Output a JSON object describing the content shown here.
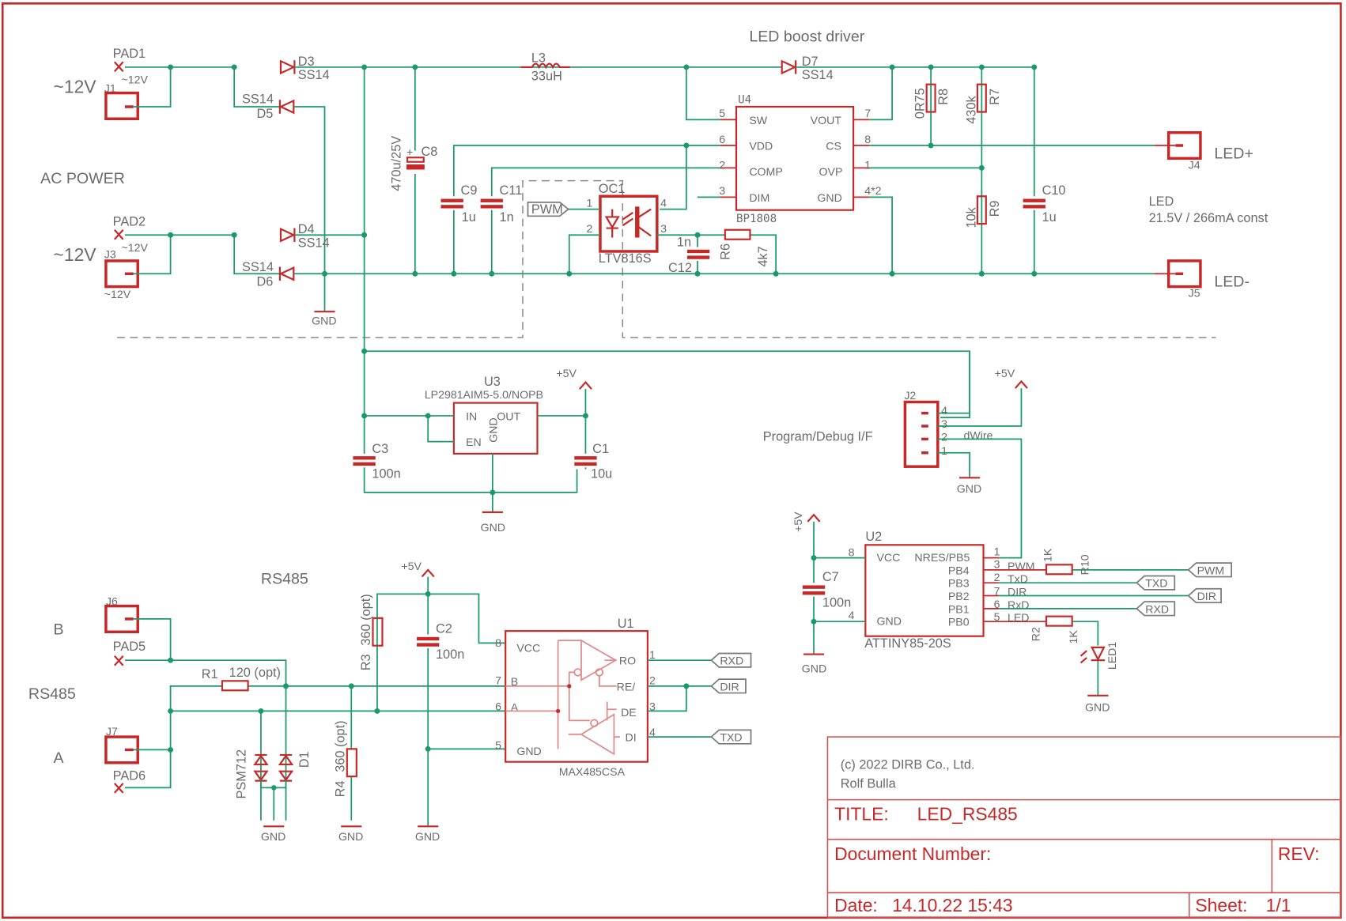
{
  "sheet": {
    "sections": {
      "led_boost_driver": "LED boost driver",
      "ac_power": "AC POWER",
      "rs485_title": "RS485",
      "rs485_side": "RS485",
      "program_debug": "Program/Debug I/F"
    },
    "power_inputs": [
      {
        "ref": "J1",
        "label": "~12V",
        "pin_label": "~12V",
        "pad": "PAD1"
      },
      {
        "ref": "J3",
        "label": "~12V",
        "pin_label": "~12V",
        "pad": "PAD2",
        "sub_label": "~12V"
      }
    ],
    "diodes": [
      {
        "ref": "D3",
        "value": "SS14"
      },
      {
        "ref": "D5",
        "value": "SS14"
      },
      {
        "ref": "D4",
        "value": "SS14"
      },
      {
        "ref": "D6",
        "value": "SS14"
      },
      {
        "ref": "D7",
        "value": "SS14"
      }
    ],
    "inductor": {
      "ref": "L3",
      "value": "33uH"
    },
    "capacitors": {
      "C8": {
        "ref": "C8",
        "value": "470u/25V"
      },
      "C9": {
        "ref": "C9",
        "value": "1u"
      },
      "C11": {
        "ref": "C11",
        "value": "1n"
      },
      "C12": {
        "ref": "C12",
        "value": "1n"
      },
      "C10": {
        "ref": "C10",
        "value": "1u"
      },
      "C3": {
        "ref": "C3",
        "value": "100n"
      },
      "C1": {
        "ref": "C1",
        "value": "10u"
      },
      "C2": {
        "ref": "C2",
        "value": "100n"
      },
      "C7": {
        "ref": "C7",
        "value": "100n"
      }
    },
    "resistors": {
      "R8": {
        "ref": "R8",
        "value": "0R75"
      },
      "R7": {
        "ref": "R7",
        "value": "430k"
      },
      "R9": {
        "ref": "R9",
        "value": "10k"
      },
      "R6": {
        "ref": "R6",
        "value": "4k7"
      },
      "R1": {
        "ref": "R1",
        "value": "120 (opt)"
      },
      "R3": {
        "ref": "R3",
        "value": "360 (opt)"
      },
      "R4": {
        "ref": "R4",
        "value": "360 (opt)"
      },
      "R10": {
        "ref": "R10",
        "value": "1K"
      },
      "R2": {
        "ref": "R2",
        "value": "1K"
      }
    },
    "u4": {
      "ref": "U4",
      "part": "BP1808",
      "pins_left": [
        {
          "num": "5",
          "name": "SW"
        },
        {
          "num": "6",
          "name": "VDD"
        },
        {
          "num": "2",
          "name": "COMP"
        },
        {
          "num": "3",
          "name": "DIM"
        }
      ],
      "pins_right": [
        {
          "num": "7",
          "name": "VOUT"
        },
        {
          "num": "8",
          "name": "CS"
        },
        {
          "num": "1",
          "name": "OVP"
        },
        {
          "num": "4*2",
          "name": "GND"
        }
      ]
    },
    "oc1": {
      "ref": "OC1",
      "part": "LTV816S",
      "pin1": "1",
      "pin2": "2",
      "pin3": "3",
      "pin4": "4",
      "input_label": "PWM"
    },
    "led_outputs": {
      "plus": {
        "ref": "J4",
        "label": "LED+"
      },
      "minus": {
        "ref": "J5",
        "label": "LED-"
      },
      "spec_title": "LED",
      "spec": "21.5V / 266mA const"
    },
    "u3": {
      "ref": "U3",
      "part": "LP2981AIM5-5.0/NOPB",
      "pin_in": "IN",
      "pin_en": "EN",
      "pin_out": "OUT",
      "pin_gnd": "GND"
    },
    "power_symbols": {
      "plus5v": "+5V",
      "gnd": "GND"
    },
    "j2": {
      "ref": "J2",
      "pins": [
        "4",
        "3",
        "2",
        "1"
      ],
      "net_dwire": "dWire"
    },
    "u2": {
      "ref": "U2",
      "part": "ATTINY85-20S",
      "vcc_pin": "8",
      "vcc": "VCC",
      "gnd_pin": "4",
      "gnd": "GND",
      "pins_right": [
        {
          "num": "1",
          "name": "NRES/PB5",
          "net": ""
        },
        {
          "num": "3",
          "name": "PB4",
          "net": "PWM"
        },
        {
          "num": "2",
          "name": "PB3",
          "net": "TxD"
        },
        {
          "num": "7",
          "name": "PB2",
          "net": "DIR"
        },
        {
          "num": "6",
          "name": "PB1",
          "net": "RxD"
        },
        {
          "num": "5",
          "name": "PB0",
          "net": "LED"
        }
      ]
    },
    "net_labels": {
      "pwm": "PWM",
      "txd": "TXD",
      "dir": "DIR",
      "rxd": "RXD"
    },
    "led1": {
      "ref": "LED1"
    },
    "rs485_connectors": [
      {
        "ref": "J6",
        "label": "B",
        "pad": "PAD5"
      },
      {
        "ref": "J7",
        "label": "A",
        "pad": "PAD6"
      }
    ],
    "tvs": {
      "ref": "D1",
      "part": "PSM712"
    },
    "u1": {
      "ref": "U1",
      "part": "MAX485CSA",
      "pins_left": [
        {
          "num": "8",
          "name": "VCC"
        },
        {
          "num": "7",
          "name": "B"
        },
        {
          "num": "6",
          "name": "A"
        },
        {
          "num": "5",
          "name": "GND"
        }
      ],
      "pins_right": [
        {
          "num": "1",
          "name": "RO"
        },
        {
          "num": "2",
          "name": "RE/"
        },
        {
          "num": "3",
          "name": "DE"
        },
        {
          "num": "4",
          "name": "DI"
        }
      ]
    },
    "title_block": {
      "copyright": "(c) 2022 DIRB Co., Ltd.",
      "author": "Rolf Bulla",
      "title_label": "TITLE:",
      "title_value": "LED_RS485",
      "docnum_label": "Document Number:",
      "rev_label": "REV:",
      "date_label": "Date:",
      "date_value": "14.10.22 15:43",
      "sheet_label": "Sheet:",
      "sheet_value": "1/1"
    }
  }
}
